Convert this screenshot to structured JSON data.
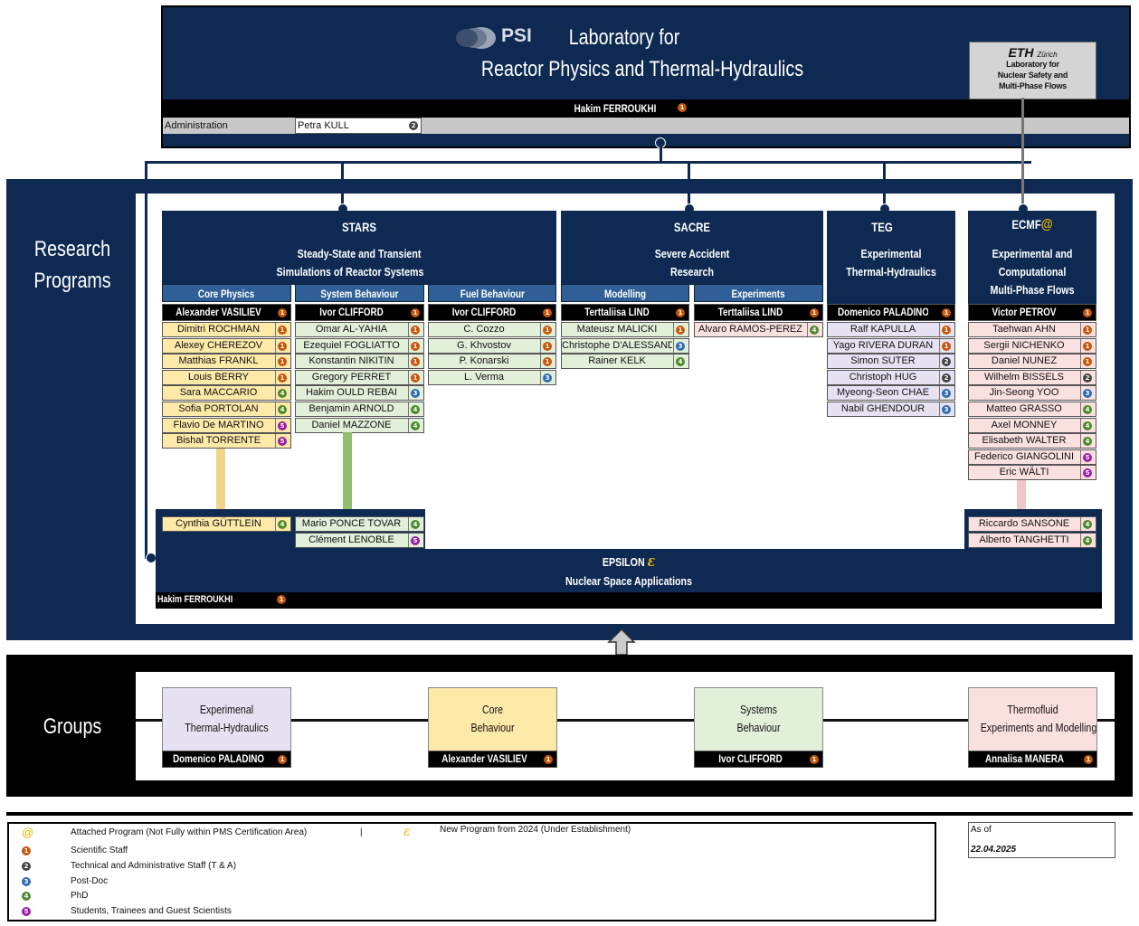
{
  "header": {
    "psi_logo": "PSI",
    "title_line1": "Laboratory for",
    "title_line2": "Reactor Physics and Thermal-Hydraulics",
    "head_name": "Hakim FERROUKHI",
    "admin_label": "Administration",
    "admin_name": "Petra KULL",
    "eth_logo": "ETH",
    "eth_sub": "Zürich",
    "eth_lab1": "Laboratory for",
    "eth_lab2": "Nuclear Safety and",
    "eth_lab3": "Multi-Phase Flows"
  },
  "research": {
    "label1": "Research",
    "label2": "Programs"
  },
  "programs": {
    "stars": {
      "name": "STARS",
      "desc1": "Steady-State and Transient",
      "desc2": "Simulations of Reactor Systems"
    },
    "sacre": {
      "name": "SACRE",
      "desc1": "Severe Accident",
      "desc2": "Research"
    },
    "teg": {
      "name": "TEG",
      "desc1": "Experimental",
      "desc2": "Thermal-Hydraulics"
    },
    "ecmf": {
      "name": "ECMF",
      "mark": "@",
      "desc1": "Experimental and",
      "desc2": "Computational",
      "desc3": "Multi-Phase Flows"
    }
  },
  "subgroups": {
    "core": "Core Physics",
    "system": "System Behaviour",
    "fuel": "Fuel Behaviour",
    "modelling": "Modelling",
    "experiments": "Experiments"
  },
  "leads": {
    "core": "Alexander VASILIEV",
    "system": "Ivor CLIFFORD",
    "fuel": "Ivor CLIFFORD",
    "modelling": "Terttaliisa LIND",
    "experiments": "Terttaliisa LIND",
    "teg": "Domenico PALADINO",
    "ecmf": "Victor PETROV"
  },
  "members": {
    "core": [
      {
        "name": "Dimitri ROCHMAN",
        "cat": "1"
      },
      {
        "name": "Alexey CHEREZOV",
        "cat": "1"
      },
      {
        "name": "Matthias FRANKL",
        "cat": "1"
      },
      {
        "name": "Louis BERRY",
        "cat": "1"
      },
      {
        "name": "Sara MACCARIO",
        "cat": "4"
      },
      {
        "name": "Sofia PORTOLAN",
        "cat": "4"
      },
      {
        "name": "Flavio De MARTINO",
        "cat": "5"
      },
      {
        "name": "Bishal TORRENTE",
        "cat": "5"
      }
    ],
    "system": [
      {
        "name": "Omar AL-YAHIA",
        "cat": "1"
      },
      {
        "name": "Ezequiel FOGLIATTO",
        "cat": "1"
      },
      {
        "name": "Konstantin NIKITIN",
        "cat": "1"
      },
      {
        "name": "Gregory PERRET",
        "cat": "1"
      },
      {
        "name": "Hakim OULD REBAI",
        "cat": "3"
      },
      {
        "name": "Benjamin ARNOLD",
        "cat": "4"
      },
      {
        "name": "Daniel MAZZONE",
        "cat": "4"
      }
    ],
    "fuel": [
      {
        "name": "C. Cozzo",
        "cat": "1"
      },
      {
        "name": "G. Khvostov",
        "cat": "1"
      },
      {
        "name": "P. Konarski",
        "cat": "1"
      },
      {
        "name": "L. Verma",
        "cat": "3"
      }
    ],
    "modelling": [
      {
        "name": "Mateusz MALICKI",
        "cat": "1"
      },
      {
        "name": "Christophe D'ALESSANDRO",
        "cat": "3"
      },
      {
        "name": "Rainer KELK",
        "cat": "4"
      }
    ],
    "experiments": [
      {
        "name": "Alvaro RAMOS-PEREZ",
        "cat": "4"
      }
    ],
    "teg": [
      {
        "name": "Ralf KAPULLA",
        "cat": "1"
      },
      {
        "name": "Yago RIVERA DURAN",
        "cat": "1"
      },
      {
        "name": "Simon SUTER",
        "cat": "2"
      },
      {
        "name": "Christoph HUG",
        "cat": "2"
      },
      {
        "name": "Myeong-Seon CHAE",
        "cat": "3"
      },
      {
        "name": "Nabil GHENDOUR",
        "cat": "3"
      }
    ],
    "ecmf": [
      {
        "name": "Taehwan AHN",
        "cat": "1"
      },
      {
        "name": "Sergii NICHENKO",
        "cat": "1"
      },
      {
        "name": "Daniel NUNEZ",
        "cat": "1"
      },
      {
        "name": "Wilhelm BISSELS",
        "cat": "2"
      },
      {
        "name": "Jin-Seong YOO",
        "cat": "3"
      },
      {
        "name": "Matteo GRASSO",
        "cat": "4"
      },
      {
        "name": "Axel MONNEY",
        "cat": "4"
      },
      {
        "name": "Elisabeth WALTER",
        "cat": "4"
      },
      {
        "name": "Federico GIANGOLINI",
        "cat": "5"
      },
      {
        "name": "Eric WÄLTI",
        "cat": "5"
      }
    ]
  },
  "epsilon": {
    "name": "EPSILON",
    "mark": "ε",
    "desc": "Nuclear Space Applications",
    "lead": "Hakim FERROUKHI",
    "core_member": {
      "name": "Cynthia GÜTTLEIN",
      "cat": "4"
    },
    "system_members": [
      {
        "name": "Mario PONCE TOVAR",
        "cat": "4"
      },
      {
        "name": "Clément LENOBLE",
        "cat": "5"
      }
    ],
    "ecmf_members": [
      {
        "name": "Riccardo SANSONE",
        "cat": "4"
      },
      {
        "name": "Alberto TANGHETTI",
        "cat": "4"
      }
    ]
  },
  "groups": {
    "label": "Groups",
    "items": [
      {
        "l1": "Experimenal",
        "l2": "Thermal-Hydraulics",
        "lead": "Domenico PALADINO"
      },
      {
        "l1": "Core",
        "l2": "Behaviour",
        "lead": "Alexander VASILIEV"
      },
      {
        "l1": "Systems",
        "l2": "Behaviour",
        "lead": "Ivor CLIFFORD"
      },
      {
        "l1": "Thermofluid",
        "l2": "Experiments and Modelling",
        "lead": "Annalisa MANERA"
      }
    ]
  },
  "legend": {
    "attached_mark": "@",
    "attached": "Attached Program (Not Fully within PMS Certification Area)",
    "divider": "|",
    "new_mark": "ε",
    "new_program": "New Program from 2024 (Under Establishment)",
    "cat1": "Scientific Staff",
    "cat2": "Technical and Administrative Staff (T & A)",
    "cat3": "Post-Doc",
    "cat4": "PhD",
    "cat5": "Students, Trainees and Guest Scientists",
    "as_of_label": "As of",
    "as_of_date": "22.04.2025"
  },
  "badge_glyphs": {
    "1": "1",
    "2": "2",
    "3": "3",
    "4": "4",
    "5": "5"
  }
}
